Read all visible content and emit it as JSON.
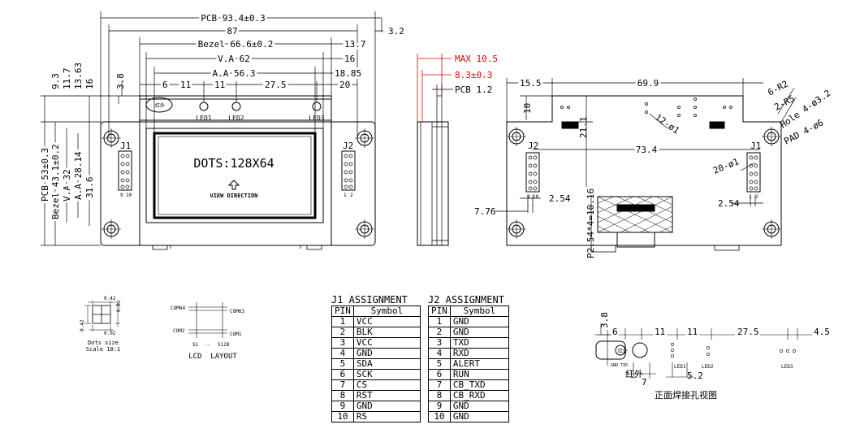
{
  "front_view": {
    "pcb_width": "PCB 93.4±0.3",
    "dim_87": "87",
    "dim_3_2": "3.2",
    "bezel_width": "Bezel 66.6±0.2",
    "dim_13_7": "13.7",
    "va_width": "V.A 62",
    "dim_16": "16",
    "aa_width": "A.A 56.3",
    "dim_18_85": "18.85",
    "dim_6": "6",
    "dim_11a": "11",
    "dim_11b": "11",
    "dim_27_5": "27.5",
    "dim_20": "20",
    "dim_3_8": "3.8",
    "v_dims": [
      "9.3",
      "11.7",
      "13.63",
      "16"
    ],
    "pcb_height": "PCB 53±0.3",
    "bezel_height": "Bezel 43.1±0.2",
    "va_height": "V.A 32",
    "aa_height": "A.A 28.14",
    "dim_31_6": "31.6",
    "dots_label": "DOTS:128X64",
    "view_direction": "VIEW DIRECTION",
    "led1": "LED1",
    "led2": "LED2",
    "led3": "LED3",
    "j1": "J1",
    "j2": "J2",
    "ir_mark": "红外",
    "pin_1": "1",
    "pin_2": "2",
    "pin_9": "9",
    "pin_10": "10"
  },
  "side_view": {
    "max": "MAX 10.5",
    "dim_8_3": "8.3±0.3",
    "pcb_thickness": "PCB 1.2"
  },
  "back_view": {
    "dim_15_5": "15.5",
    "dim_69_9": "69.9",
    "r2": "6-R2",
    "r5": "2-R5",
    "hole": "Hole 4-ø3.2",
    "pad": "PAD 4-ø6",
    "dim_10": "10",
    "dim_21_1": "21.1",
    "dim_12_phi1": "12-ø1",
    "j2": "J2",
    "j1": "J1",
    "dim_73_4": "73.4",
    "dim_20_phi1": "20-ø1",
    "dim_2_54a": "2.54",
    "dim_2_54b": "2.54",
    "dim_7_76": "7.76",
    "dim_pitch": "P2.54*4=10.16",
    "pin_9": "9",
    "pin_10": "10",
    "pin_1": "1",
    "pin_2": "2"
  },
  "dots_detail": {
    "dim_0_42_top": "0.42",
    "dim_0_02_right": "0.02",
    "dim_0_42_left": "0.42",
    "dim_0_02_bottom": "0.02",
    "caption_1": "Dots size",
    "caption_2": "Scale 10:1"
  },
  "lcd_layout": {
    "com64": "COM64",
    "com63": "COM63",
    "com2": "COM2",
    "com1": "COM1",
    "s1": "S1",
    "dash": "--",
    "s128": "S128",
    "caption": "LCD  LAYOUT"
  },
  "j1_table": {
    "title": "J1 ASSIGNMENT",
    "headers": [
      "PIN",
      "Symbol"
    ],
    "rows": [
      [
        "1",
        "VCC"
      ],
      [
        "2",
        "BLK"
      ],
      [
        "3",
        "VCC"
      ],
      [
        "4",
        "GND"
      ],
      [
        "5",
        "SDA"
      ],
      [
        "6",
        "SCK"
      ],
      [
        "7",
        "CS"
      ],
      [
        "8",
        "RST"
      ],
      [
        "9",
        "GND"
      ],
      [
        "10",
        "RS"
      ]
    ]
  },
  "j2_table": {
    "title": "J2 ASSIGNMENT",
    "headers": [
      "PIN",
      "Symbol"
    ],
    "rows": [
      [
        "1",
        "GND"
      ],
      [
        "2",
        "GND"
      ],
      [
        "3",
        "TXD"
      ],
      [
        "4",
        "RXD"
      ],
      [
        "5",
        "ALERT"
      ],
      [
        "6",
        "RUN"
      ],
      [
        "7",
        "CB_TXD"
      ],
      [
        "8",
        "CB_RXD"
      ],
      [
        "9",
        "GND"
      ],
      [
        "10",
        "GND"
      ]
    ]
  },
  "led_detail": {
    "dim_3_8": "3.8",
    "dim_6": "6",
    "dim_11a": "11",
    "dim_11b": "11",
    "dim_27_5": "27.5",
    "dim_4_5": "4.5",
    "dim_7": "7",
    "dim_5_2": "5.2",
    "ir_label": "红外",
    "led1": "LED1",
    "led2": "LED2",
    "led3": "LED3",
    "gnd_txd": "GND TXD",
    "caption": "正面焊接孔视图"
  }
}
